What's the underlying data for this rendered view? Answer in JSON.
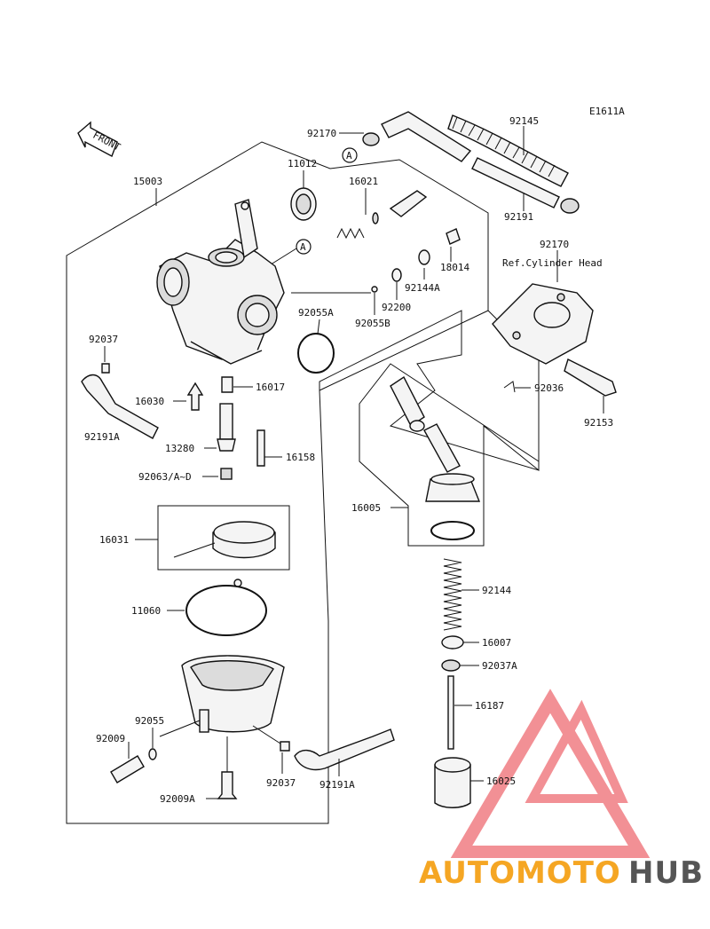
{
  "diagram": {
    "code": "E1611A",
    "front_label": "FRONT",
    "ref_note": "Ref.Cylinder Head",
    "callout_letter": "A",
    "parts": {
      "p92170a": "92170",
      "p92145": "92145",
      "p15003": "15003",
      "p11012": "11012",
      "p16021": "16021",
      "p92191": "92191",
      "p92170b": "92170",
      "p18014": "18014",
      "p92144a": "92144A",
      "p92200": "92200",
      "p92055a": "92055A",
      "p92055b": "92055B",
      "p92037a_left": "92037",
      "p16017": "16017",
      "p16030": "16030",
      "p92036": "92036",
      "p92153": "92153",
      "p92191a_left": "92191A",
      "p13280": "13280",
      "p16158": "16158",
      "p92063": "92063/A~D",
      "p16005": "16005",
      "p16031": "16031",
      "p92144": "92144",
      "p11060": "11060",
      "p16007": "16007",
      "p92037a": "92037A",
      "p16187": "16187",
      "p92055": "92055",
      "p92009": "92009",
      "p92037_bottom": "92037",
      "p92191a_bottom": "92191A",
      "p16025": "16025",
      "p92009a": "92009A"
    }
  },
  "watermark": {
    "part1": "AUTOMOTO",
    "part2": "HUB",
    "color_orange": "#f5a623",
    "color_red": "#e8373f",
    "color_gray": "#555555"
  }
}
